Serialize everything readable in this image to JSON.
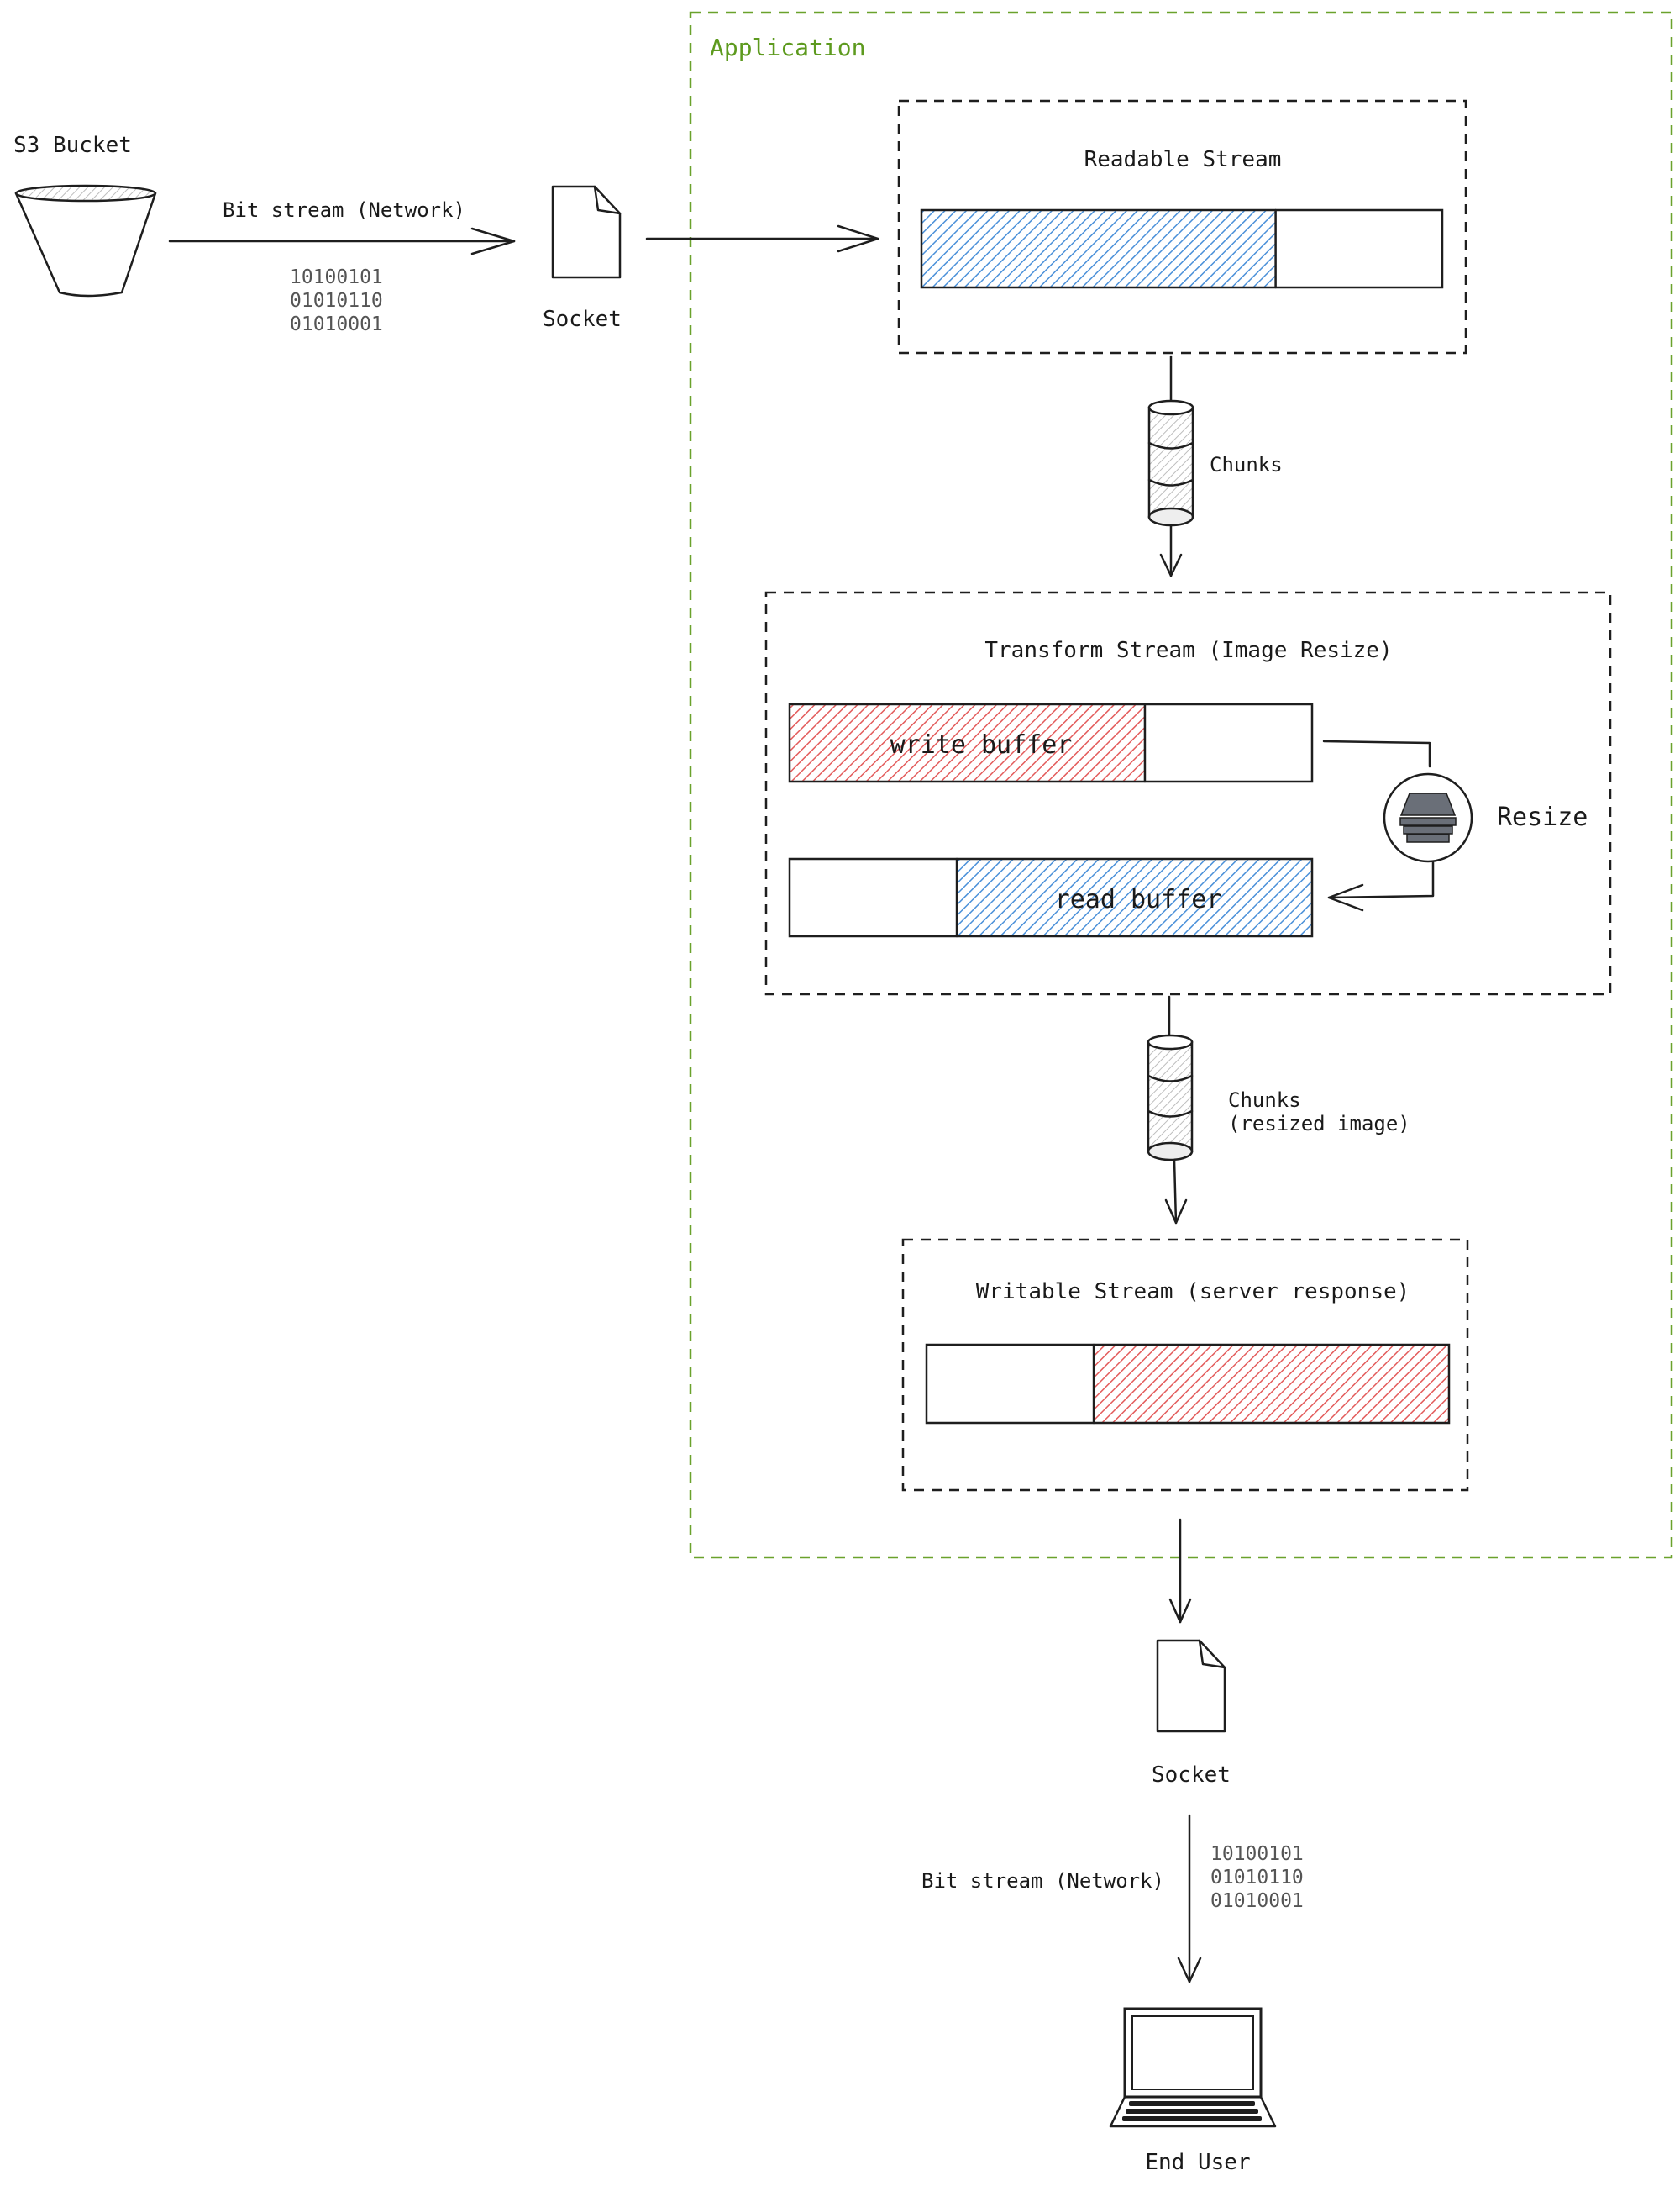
{
  "colors": {
    "readable": "#4a90d9",
    "write_buffer": "#e35b5b",
    "read_buffer": "#4a90d9",
    "writable": "#e35b5b",
    "application_border": "#6aa22c",
    "application_label": "#5d9a1e"
  },
  "nodes": {
    "s3_bucket": {
      "label": "S3 Bucket",
      "icon": "bucket-icon"
    },
    "socket_in": {
      "label": "Socket",
      "icon": "document-icon"
    },
    "socket_out": {
      "label": "Socket",
      "icon": "document-icon"
    },
    "end_user": {
      "label": "End User",
      "icon": "laptop-icon"
    },
    "application": {
      "label": "Application"
    },
    "readable_stream": {
      "title": "Readable Stream",
      "fill_fraction": 0.68
    },
    "transform_stream": {
      "title": "Transform Stream (Image Resize)",
      "write_buffer_label": "write buffer",
      "write_fill_fraction": 0.68,
      "read_buffer_label": "read buffer",
      "read_fill_fraction": 0.68,
      "resize_label": "Resize"
    },
    "writable_stream": {
      "title": "Writable Stream (server response)",
      "fill_fraction": 0.68
    }
  },
  "edges": {
    "network_in": {
      "label": "Bit stream (Network)",
      "bits": [
        "10100101",
        "01010110",
        "01010001"
      ]
    },
    "chunks_1": {
      "label": "Chunks"
    },
    "chunks_2": {
      "label_lines": [
        "Chunks",
        "(resized image)"
      ]
    },
    "network_out": {
      "label": "Bit stream (Network)",
      "bits": [
        "10100101",
        "01010110",
        "01010001"
      ]
    }
  }
}
